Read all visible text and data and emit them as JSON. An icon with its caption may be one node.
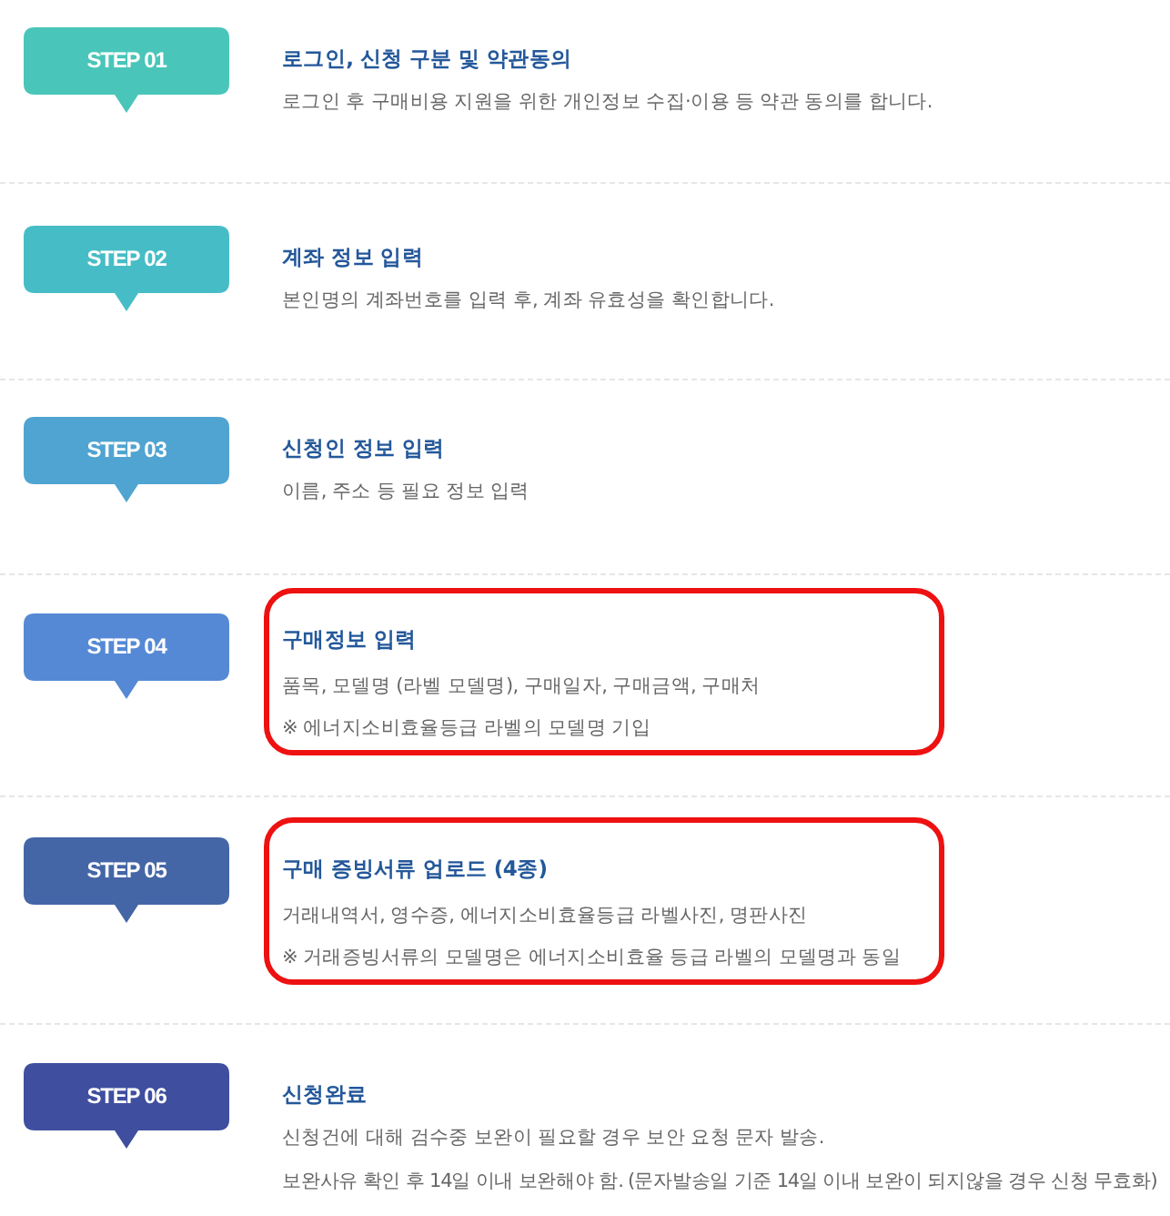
{
  "diagram": {
    "nodes": [
      {
        "text": [
          "STEP 01"
        ],
        "beside": [
          "로그인, 신청 구분 및 약관동의",
          "로그인 후 구매비용 지원을 위한 개인정보 수집·이용 등 약관 동의를 합니다."
        ]
      },
      {
        "text": [
          "STEP 02"
        ],
        "beside": [
          "계좌 정보 입력",
          "본인명의 계좌번호를 입력 후, 계좌 유효성을 확인합니다."
        ]
      },
      {
        "text": [
          "STEP 03"
        ],
        "beside": [
          "신청인 정보 입력",
          "이름, 주소 등 필요 정보 입력"
        ]
      },
      {
        "text": [
          "STEP 04"
        ]
      },
      {
        "text": [
          "구매정보 입력",
          "품목, 모델명 (라벨 모델명), 구매일자, 구매금액, 구매처",
          "※ 에너지소비효율등급 라벨의 모델명 기입"
        ]
      },
      {
        "text": [
          "STEP 05"
        ]
      },
      {
        "text": [
          "구매 증빙서류 업로드 (4종)",
          "거래내역서, 영수증, 에너지소비효율등급 라벨사진, 명판사진",
          "※ 거래증빙서류의 모델명은 에너지소비효율 등급 라벨의 모델명과 동일"
        ]
      },
      {
        "text": [
          "STEP 06"
        ],
        "beside": [
          "신청완료",
          "신청건에 대해 검수중 보완이 필요할 경우 보안 요청 문자 발송.",
          "보완사유 확인 후 14일 이내 보완해야 함. (문자발송일 기준 14일 이내 보완이 되지않을 경우 신청 무효화)"
        ]
      }
    ]
  }
}
